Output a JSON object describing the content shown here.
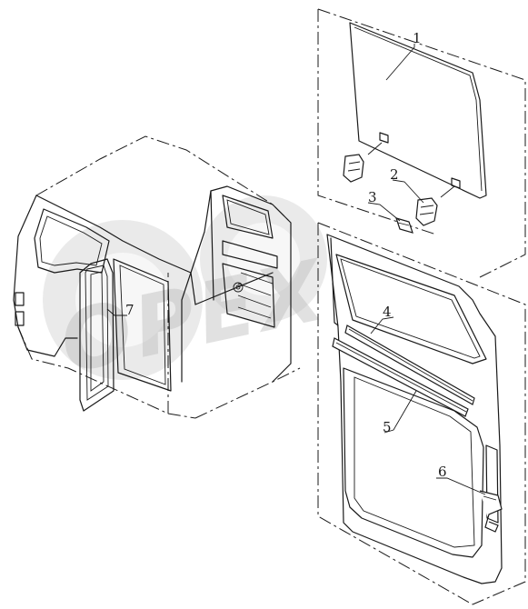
{
  "watermark": {
    "text": "OPEX"
  },
  "callouts": [
    {
      "id": "1",
      "label": "1"
    },
    {
      "id": "2",
      "label": "2"
    },
    {
      "id": "3",
      "label": "3"
    },
    {
      "id": "4",
      "label": "4"
    },
    {
      "id": "5",
      "label": "5"
    },
    {
      "id": "6",
      "label": "6"
    },
    {
      "id": "7",
      "label": "7"
    }
  ]
}
